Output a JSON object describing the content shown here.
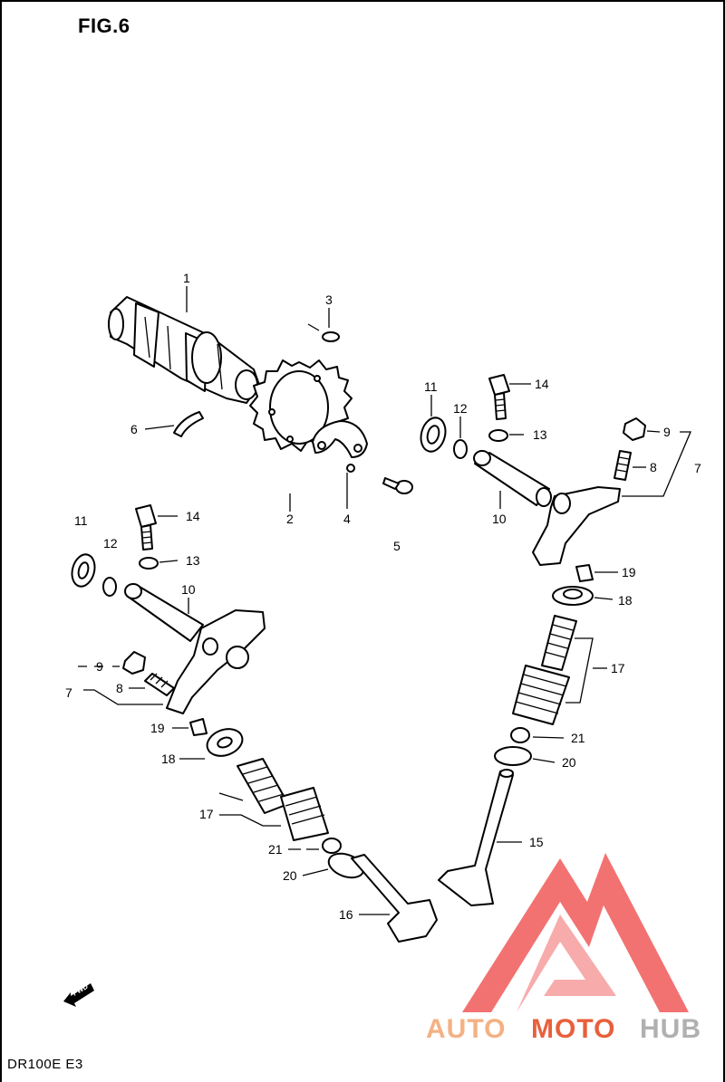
{
  "figure_title": "FIG.6",
  "model_code": "DR100E  E3",
  "direction_mark": "FWD",
  "watermark": {
    "word_a": "AUTO",
    "word_b": "MOTO",
    "word_c": "HUB",
    "color_a": "#f4b183",
    "color_b": "#e8603c",
    "color_c": "#b0b0b0",
    "logo_color": "#f05a5a"
  },
  "callouts": {
    "p1": "1",
    "p2": "2",
    "p3": "3",
    "p4": "4",
    "p5": "5",
    "p6": "6",
    "p7_right": "7",
    "p8_right": "8",
    "p9_right": "9",
    "p10_right": "10",
    "p11_right": "11",
    "p12_right": "12",
    "p13_right": "13",
    "p14_right": "14",
    "p15": "15",
    "p16": "16",
    "p17_right": "17",
    "p18_right": "18",
    "p19_right": "19",
    "p20_right": "20",
    "p21_right": "21",
    "p11_left": "11",
    "p12_left": "12",
    "p13_left": "13",
    "p14_left": "14",
    "p10_left": "10",
    "p9_left": "9",
    "p8_left": "8",
    "p7_left": "7",
    "p19_left": "19",
    "p18_left": "18",
    "p17_left": "17",
    "p21_left": "21",
    "p20_left": "20"
  }
}
